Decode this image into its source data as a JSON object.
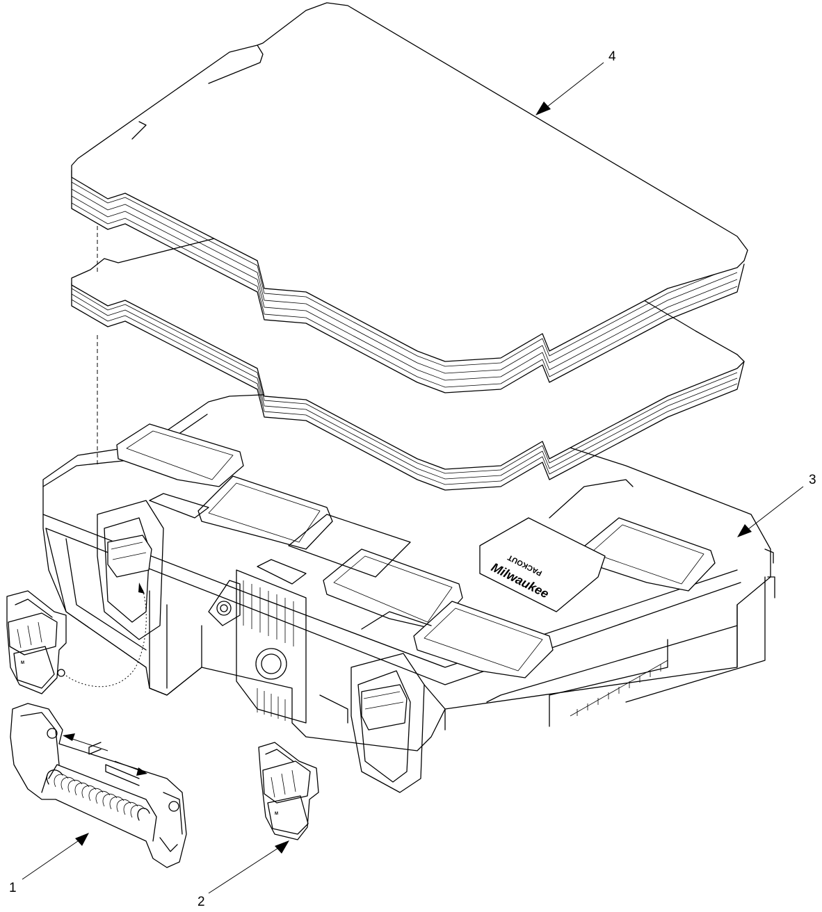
{
  "callouts": {
    "handle": "1",
    "latch": "2",
    "case": "3",
    "insert": "4"
  },
  "case_branding": {
    "brand": "Milwaukee",
    "product": "PACKOUT"
  }
}
